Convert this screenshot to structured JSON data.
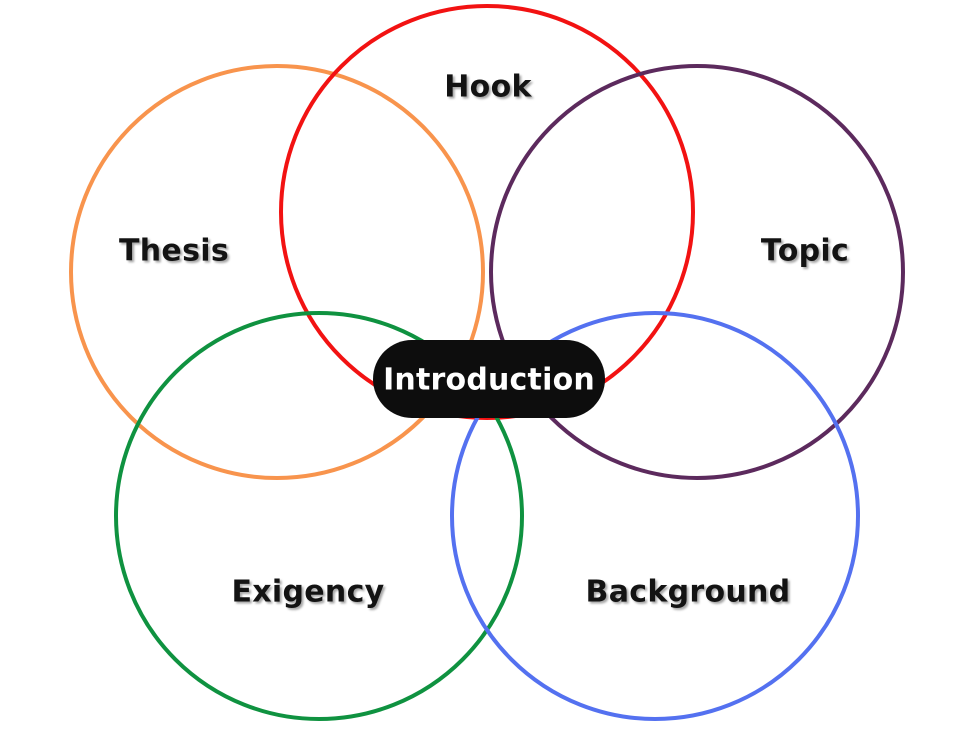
{
  "diagram": {
    "background_color": "#ffffff",
    "center": {
      "label": "Introduction",
      "bg": "#0d0d0d",
      "text_color": "#ffffff"
    },
    "circles": [
      {
        "label": "Hook",
        "color": "#f21212"
      },
      {
        "label": "Thesis",
        "color": "#f8944d"
      },
      {
        "label": "Topic",
        "color": "#5c2a5d"
      },
      {
        "label": "Exigency",
        "color": "#0f9240"
      },
      {
        "label": "Background",
        "color": "#5471f0"
      }
    ]
  }
}
